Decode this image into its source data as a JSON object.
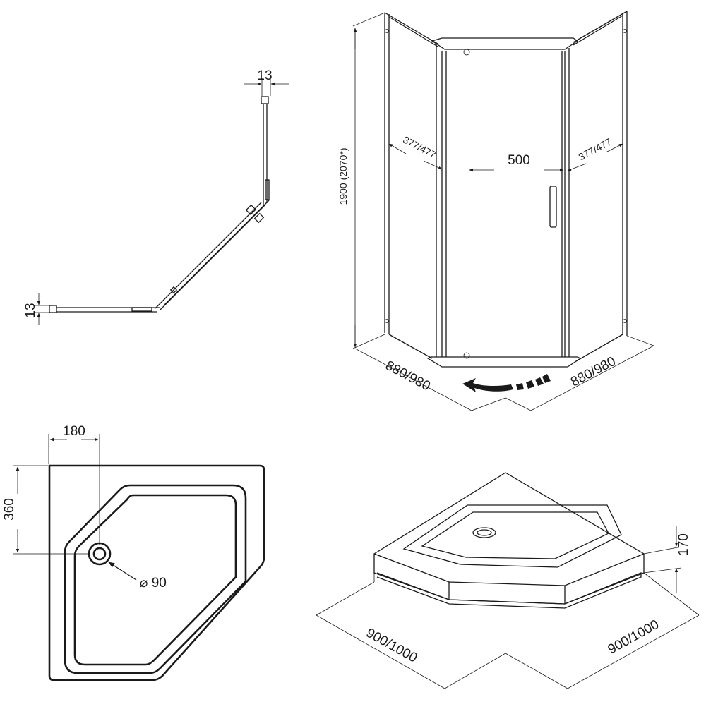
{
  "top_view": {
    "dim_top": "13",
    "dim_left": "13"
  },
  "enclosure": {
    "height": "1900 (2070*)",
    "side_left": "377/477",
    "side_right": "377/477",
    "door_width": "500",
    "base_left": "880/980",
    "base_right": "880/980"
  },
  "tray_plan": {
    "dim_offset_x": "180",
    "dim_offset_y": "360",
    "drain_diameter": "⌀ 90"
  },
  "tray_iso": {
    "height": "170",
    "base_left": "900/1000",
    "base_right": "900/1000"
  }
}
